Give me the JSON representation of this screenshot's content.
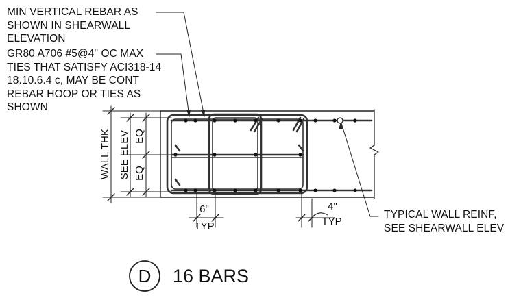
{
  "notes": {
    "vertical_rebar": [
      "MIN VERTICAL REBAR AS",
      "SHOWN IN SHEARWALL",
      "ELEVATION"
    ],
    "ties": [
      "GR80 A706 #5@4\" OC MAX",
      "TIES THAT SATISFY ACI318-14",
      "18.10.6.4 c, MAY BE CONT",
      "REBAR HOOP OR TIES AS",
      "SHOWN"
    ],
    "typical_reinf": [
      "TYPICAL WALL REINF,",
      "SEE SHEARWALL ELEV"
    ]
  },
  "dimensions": {
    "wall_thk": "WALL THK",
    "see_elev": "SEE ELEV",
    "eq_top": "EQ",
    "eq_bottom": "EQ",
    "spacing_6": "6\"",
    "typ_6": "TYP",
    "spacing_4": "4\"",
    "typ_4": "TYP"
  },
  "detail": {
    "id": "D",
    "title": "16 BARS"
  }
}
